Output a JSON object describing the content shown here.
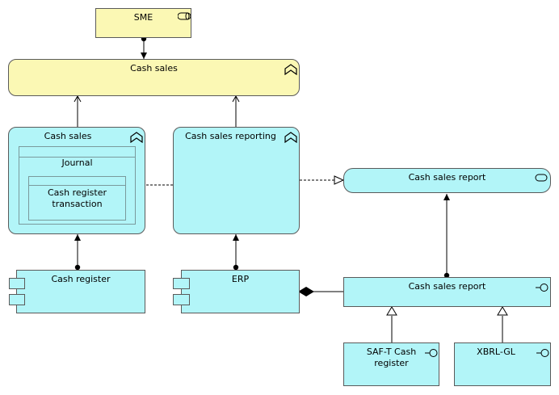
{
  "nodes": {
    "sme": "SME",
    "cash_sales_top": "Cash sales",
    "cash_sales_process": "Cash sales",
    "journal": "Journal",
    "cash_register_transaction": "Cash register transaction",
    "cash_sales_reporting": "Cash sales reporting",
    "cash_sales_report_service": "Cash sales report",
    "cash_register": "Cash register",
    "erp": "ERP",
    "cash_sales_report_interface": "Cash sales report",
    "saft_cash_register": "SAF-T Cash register",
    "xbrl_gl": "XBRL-GL"
  },
  "colors": {
    "business": "#fbf8b4",
    "application": "#b2f5f8",
    "border": "#5a5a5a"
  },
  "icons": {
    "sme": "business-role-icon",
    "cash_sales_top": "business-function-icon",
    "cash_sales_process": "application-function-icon",
    "cash_sales_reporting": "application-function-icon",
    "cash_sales_report_service": "application-service-icon",
    "cash_register": "application-component-icon",
    "erp": "application-component-icon",
    "cash_sales_report_interface": "application-interface-icon",
    "saft_cash_register": "application-interface-icon"
  }
}
